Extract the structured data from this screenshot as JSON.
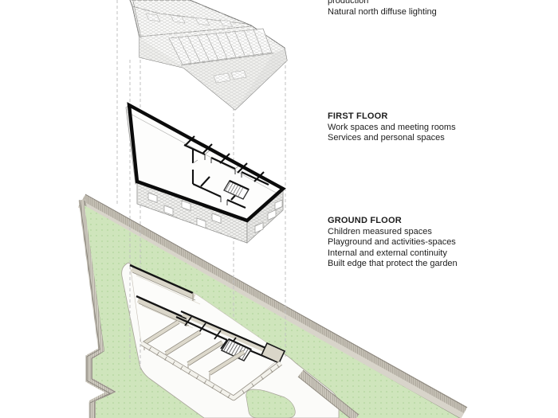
{
  "annotations": {
    "roof": {
      "lines": [
        "production",
        "Natural north diffuse lighting"
      ]
    },
    "first_floor": {
      "heading": "FIRST FLOOR",
      "lines": [
        "Work spaces and meeting rooms",
        "Services and personal spaces"
      ]
    },
    "ground_floor": {
      "heading": "GROUND FLOOR",
      "lines": [
        "Children measured spaces",
        "Playground and activities-spaces",
        "Internal and external continuity",
        "Built edge that protect the garden"
      ]
    }
  },
  "colors": {
    "garden_green": "#cfe5bc",
    "garden_dot": "#b2d69c",
    "wall_beige": "#dad6c9",
    "boundary_wall": "#ccc7bd",
    "plan_black": "#0b0b0b",
    "hatch_gray": "#d6d6d4",
    "text": "#1d1d1d"
  },
  "drawing_parts": {
    "roof": "faceted roof volume with diamond grid and skylight strips",
    "first_floor": "axonometric floor plan with black walls, stair and hatched facade",
    "ground_floor": "ground floor plan inside walled garden with paths and stair"
  }
}
